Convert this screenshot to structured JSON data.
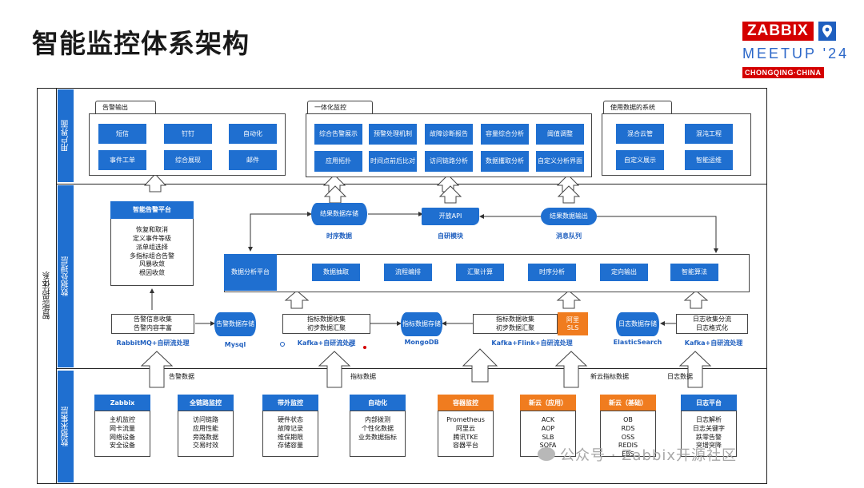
{
  "title": "智能监控体系架构",
  "logo": {
    "brand": "ZABBIX",
    "event": "MEETUP '24",
    "city": "CHONGQING·CHINA",
    "brand_color": "#d40000",
    "accent": "#1f5fbf"
  },
  "outer_label": "智能监控体系",
  "lanes": {
    "ui": "用户界面",
    "processing": "数据处理层",
    "collection": "数据采集层"
  },
  "ui": {
    "alert_output": {
      "label": "告警输出",
      "items": [
        "短信",
        "钉钉",
        "自动化",
        "事件工单",
        "综合展现",
        "邮件"
      ]
    },
    "integrated": {
      "label": "一体化监控",
      "items": [
        "综合告警展示",
        "预警处理机制",
        "故障诊断报告",
        "容量综合分析",
        "阈值调整",
        "应用拓扑",
        "时间点前后比对",
        "访问链路分析",
        "数据攫取分析",
        "自定义分析界面"
      ]
    },
    "systems": {
      "label": "使用数据的系统",
      "items": [
        "混合云管",
        "混沌工程",
        "自定义展示",
        "智能运维"
      ]
    }
  },
  "processing": {
    "smart_alert": {
      "title": "智能告警平台",
      "lines": "恢复和取消\n定义事件等级\n派单组选择\n多指标组合告警\n风暴收敛\n根因收敛"
    },
    "ts_store": {
      "label": "结果数据存储",
      "caption": "时序数据"
    },
    "open_api": {
      "label": "开放API",
      "caption": "自研模块"
    },
    "msg_queue": {
      "label": "结果数据输出",
      "caption": "消息队列"
    },
    "analysis": {
      "label": "数据分析平台",
      "items": [
        "数据抽取",
        "流程编排",
        "汇聚计算",
        "时序分析",
        "定向输出",
        "智能算法"
      ]
    },
    "pipelines": {
      "alert_info": "告警信息收集\n告警内容丰富",
      "alert_caption": "RabbitMQ+自研流处理",
      "alert_store": "告警数据存储",
      "alert_store_caption": "Mysql",
      "metric_collect": "指标数据收集\n初步数据汇聚",
      "metric_collect_caption": "Kafka+自研流处理",
      "metric_store": "指标数据存储",
      "metric_store_caption": "MongoDB",
      "metric_collect2": "指标数据收集\n初步数据汇聚",
      "aliyun_sls": "阿里\nSLS",
      "metric_collect2_caption": "Kafka+Flink+自研流处理",
      "log_store": "日志数据存储",
      "log_store_caption": "ElasticSearch",
      "log_collect": "日志收集分流\n日志格式化",
      "log_collect_caption": "Kafka+自研流处理"
    }
  },
  "flows": {
    "alert": "告警数据",
    "metric": "指标数据",
    "newcloud_metric": "新云指标数据",
    "log": "日志数据"
  },
  "collection": [
    {
      "header": "Zabbix",
      "color": "#1f6fd0",
      "body": "主机监控\n网卡流量\n网络设备\n安全设备"
    },
    {
      "header": "全链路监控",
      "color": "#1f6fd0",
      "body": "访问链路\n应用性能\n旁路数据\n交易时效"
    },
    {
      "header": "带外监控",
      "color": "#1f6fd0",
      "body": "硬件状态\n故障记录\n维保期限\n存储容量"
    },
    {
      "header": "自动化",
      "color": "#1f6fd0",
      "body": "内部拨测\n个性化数据\n业务数据指标"
    },
    {
      "header": "容器监控",
      "color": "#f07c1f",
      "body": "Prometheus\n阿里云\n腾讯TKE\n容器平台"
    },
    {
      "header": "新云（应用）",
      "color": "#f07c1f",
      "body": "ACK\nAOP\nSLB\nSOFA"
    },
    {
      "header": "新云（基础）",
      "color": "#f07c1f",
      "body": "OB\nRDS\nOSS\nREDIS\nEBS"
    },
    {
      "header": "日志平台",
      "color": "#1f6fd0",
      "body": "日志解析\n日志关键字\n跌零告警\n突增突降"
    }
  ],
  "watermark": "公众号 · Zabbix开源社区"
}
